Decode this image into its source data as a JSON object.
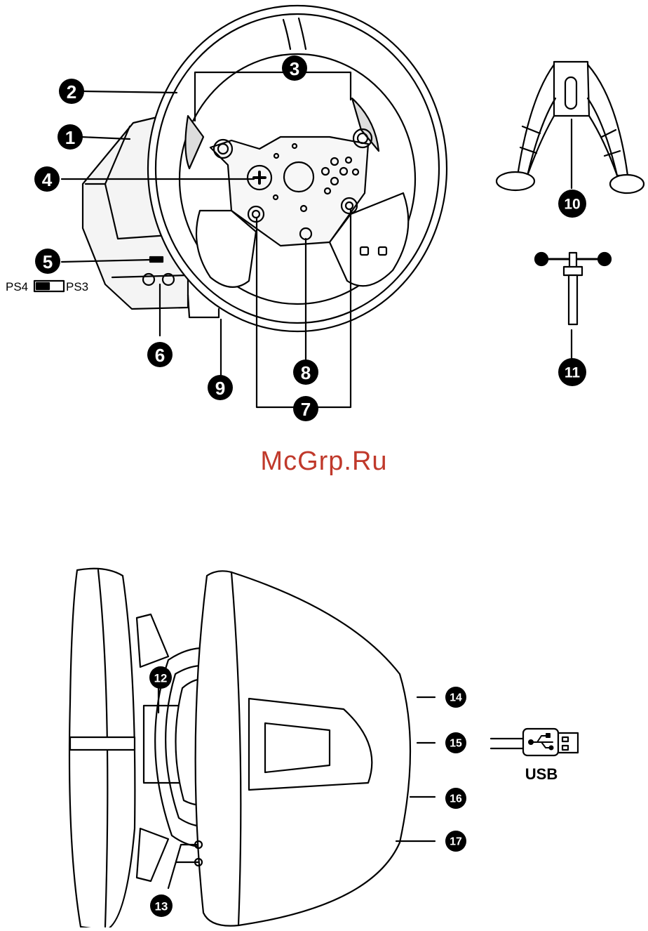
{
  "watermark": {
    "text": "McGrp.Ru",
    "color": "#c0392b"
  },
  "switch": {
    "left_label": "PS4",
    "right_label": "PS3"
  },
  "usb": {
    "label": "USB",
    "symbol": "usb-trident-icon"
  },
  "callouts": [
    "1",
    "2",
    "3",
    "4",
    "5",
    "6",
    "7",
    "8",
    "9",
    "10",
    "11",
    "12",
    "13",
    "14",
    "15",
    "16",
    "17"
  ],
  "colors": {
    "ink": "#000000",
    "paper": "#ffffff",
    "brand": "#c0392b"
  }
}
